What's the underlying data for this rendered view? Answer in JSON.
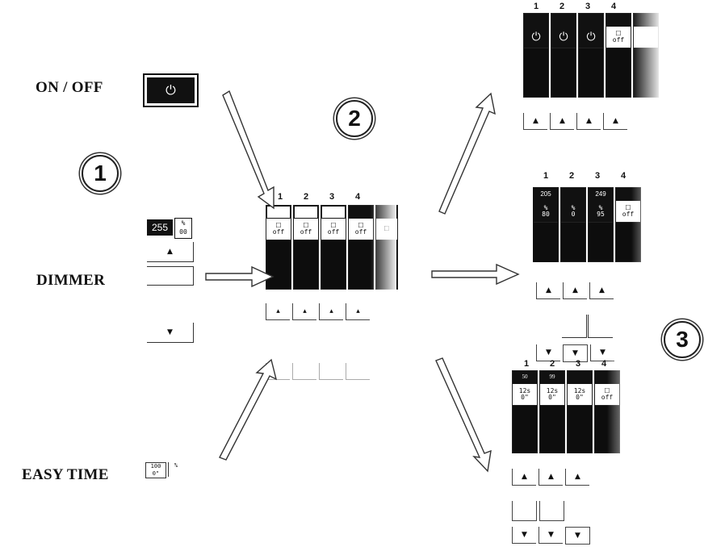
{
  "labels": {
    "on_off": "ON / OFF",
    "dimmer": "DIMMER",
    "easy_time": "EASY TIME"
  },
  "steps": [
    "1",
    "2",
    "3"
  ],
  "channel_numbers": [
    "1",
    "2",
    "3",
    "4"
  ],
  "dimmer_widget": {
    "value": "255",
    "unit": "%",
    "level": "00"
  },
  "easy_time_widget": {
    "top": "100",
    "bottom": "0\""
  },
  "dimmer_panel": {
    "values": [
      "205",
      "",
      "249",
      ""
    ],
    "levels": [
      "80",
      "0",
      "95"
    ],
    "off": "off"
  },
  "easytime_panel": {
    "values": [
      "50",
      "99",
      "",
      ""
    ],
    "row1": [
      "12s",
      "12s",
      "12s"
    ],
    "row2": [
      "0\"",
      "0\"",
      "0\""
    ],
    "off": "off"
  },
  "off_text": "off",
  "colors": {
    "ink": "#111111",
    "paper": "#ffffff"
  }
}
